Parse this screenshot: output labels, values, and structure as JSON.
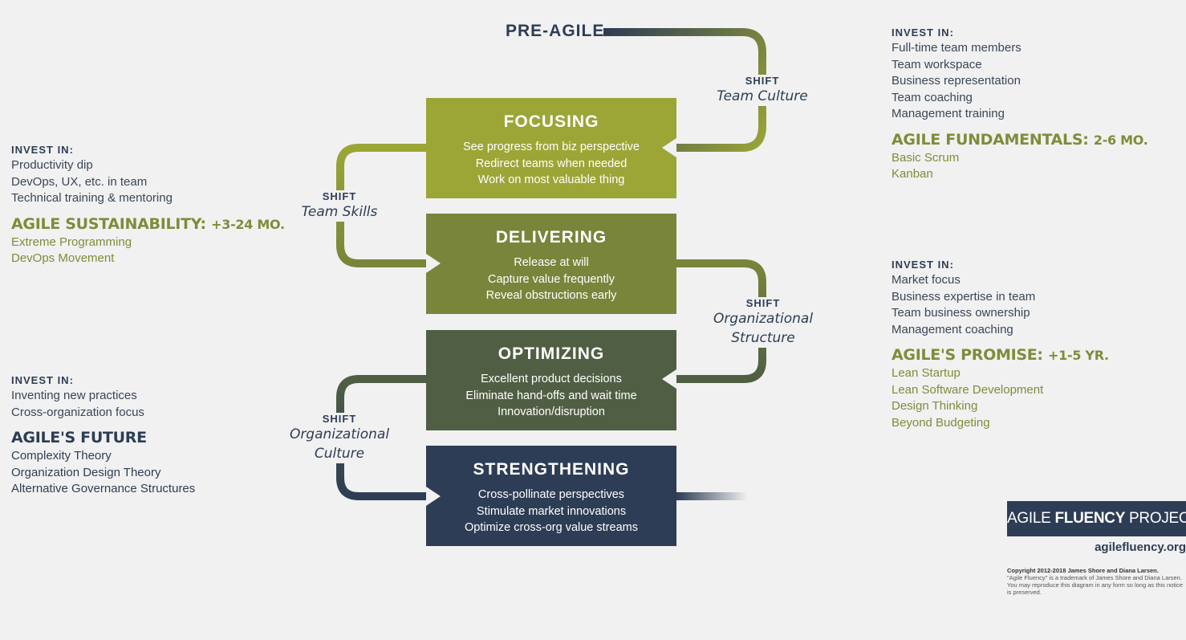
{
  "pre_agile": "PRE-AGILE",
  "colors": {
    "focusing": "#9ca637",
    "delivering": "#78853a",
    "optimizing": "#505f43",
    "strengthening": "#2d3d55",
    "zone_green": "#7d8d3a",
    "navy": "#2d3d55",
    "background": "#f1f1f1"
  },
  "stages": [
    {
      "title": "FOCUSING",
      "items": [
        "See progress from biz perspective",
        "Redirect teams when needed",
        "Work on most valuable thing"
      ]
    },
    {
      "title": "DELIVERING",
      "items": [
        "Release at will",
        "Capture value frequently",
        "Reveal obstructions early"
      ]
    },
    {
      "title": "OPTIMIZING",
      "items": [
        "Excellent product decisions",
        "Eliminate hand-offs and wait time",
        "Innovation/disruption"
      ]
    },
    {
      "title": "STRENGTHENING",
      "items": [
        "Cross-pollinate perspectives",
        "Stimulate market innovations",
        "Optimize cross-org value streams"
      ]
    }
  ],
  "shifts": [
    {
      "word": "SHIFT",
      "name_lines": [
        "Team Culture"
      ]
    },
    {
      "word": "SHIFT",
      "name_lines": [
        "Team Skills"
      ]
    },
    {
      "word": "SHIFT",
      "name_lines": [
        "Organizational",
        "Structure"
      ]
    },
    {
      "word": "SHIFT",
      "name_lines": [
        "Organizational",
        "Culture"
      ]
    }
  ],
  "zones": {
    "fundamentals": {
      "invest_head": "INVEST IN:",
      "invest": [
        "Full-time team members",
        "Team workspace",
        "Business representation",
        "Team coaching",
        "Management training"
      ],
      "title": "AGILE FUNDAMENTALS:",
      "duration": "2-6 MO.",
      "methods": [
        "Basic Scrum",
        "Kanban"
      ]
    },
    "sustainability": {
      "invest_head": "INVEST IN:",
      "invest": [
        "Productivity dip",
        "DevOps, UX, etc. in team",
        "Technical training & mentoring"
      ],
      "title": "AGILE SUSTAINABILITY:",
      "duration": "+3-24 MO.",
      "methods": [
        "Extreme Programming",
        "DevOps Movement"
      ]
    },
    "promise": {
      "invest_head": "INVEST IN:",
      "invest": [
        "Market focus",
        "Business expertise in team",
        "Team business ownership",
        "Management coaching"
      ],
      "title": "AGILE'S PROMISE:",
      "duration": "+1-5 YR.",
      "methods": [
        "Lean Startup",
        "Lean Software Development",
        "Design Thinking",
        "Beyond Budgeting"
      ]
    },
    "future": {
      "invest_head": "INVEST IN:",
      "invest": [
        "Inventing new practices",
        "Cross-organization focus"
      ],
      "title": "AGILE'S FUTURE",
      "methods": [
        "Complexity Theory",
        "Organization Design Theory",
        "Alternative Governance Structures"
      ]
    }
  },
  "logo": {
    "part1": "AGILE ",
    "part2": "FLUENCY",
    "part3": " PROJECT"
  },
  "website": "agilefluency.org",
  "copyright": [
    "Copyright 2012-2018 James Shore and Diana Larsen.",
    "\"Agile Fluency\" is a trademark of James Shore and Diana Larsen.",
    "You may reproduce this diagram in any form so long as this notice",
    "is preserved."
  ]
}
